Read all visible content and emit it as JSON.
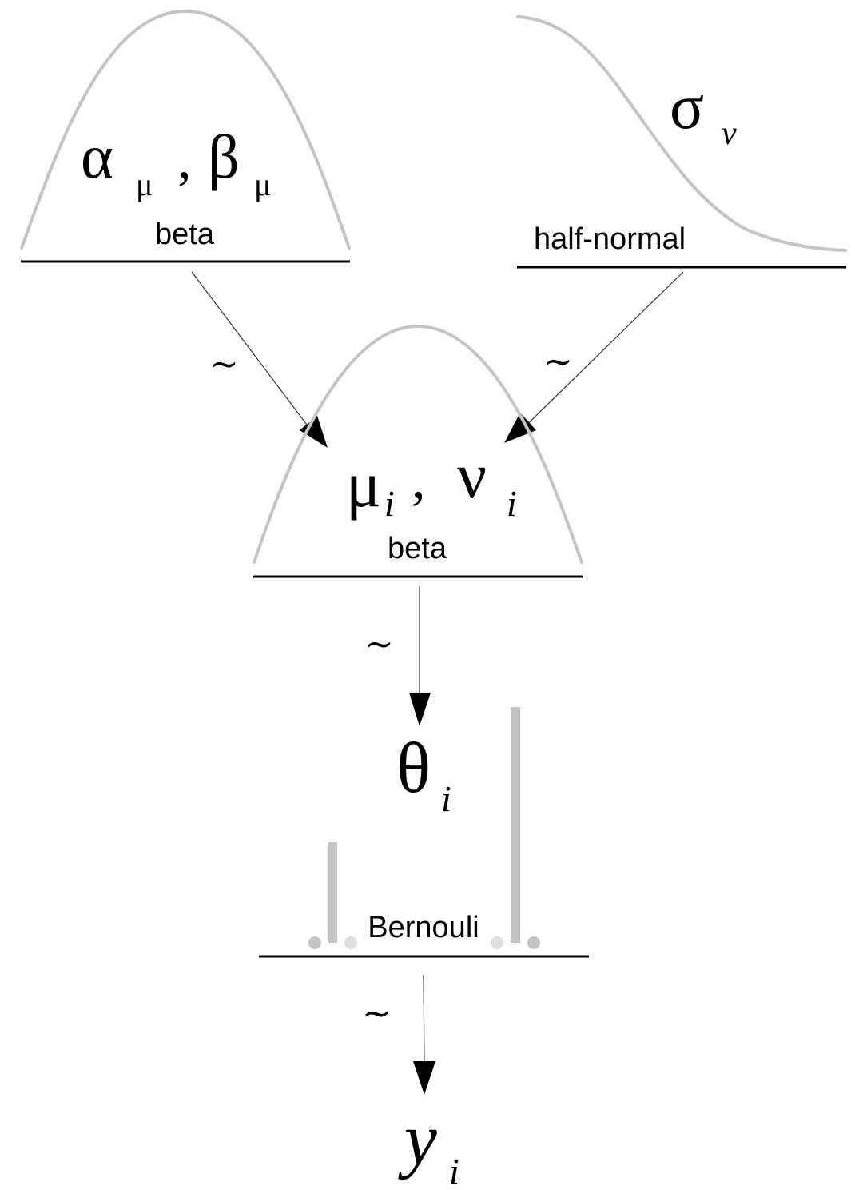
{
  "diagram": {
    "type": "hierarchical-bayesian-model",
    "colors": {
      "curve": "#c4c4c4",
      "line": "#000000",
      "arrow": "#000000",
      "dot_dark": "#c4c4c4",
      "dot_light": "#dedede",
      "background": "#ffffff"
    },
    "nodes": {
      "top_left": {
        "symbol_1": "α",
        "sub_1": "μ",
        "separator": ",",
        "symbol_2": "β",
        "sub_2": "μ",
        "distribution": "beta",
        "shape": "beta-curve"
      },
      "top_right": {
        "symbol": "σ",
        "sub": "ν",
        "distribution": "half-normal",
        "shape": "half-normal-curve"
      },
      "middle": {
        "symbol_1": "μ",
        "sub_1": "i",
        "separator": ",",
        "symbol_2": "ν",
        "sub_2": "i",
        "distribution": "beta",
        "shape": "beta-curve"
      },
      "theta": {
        "symbol": "θ",
        "sub": "i"
      },
      "bernoulli": {
        "distribution": "Bernouli",
        "shape": "bernoulli-bars"
      },
      "observed": {
        "symbol": "y",
        "sub": "i"
      }
    },
    "edges": [
      {
        "from": "top_left",
        "to": "middle",
        "label": "~"
      },
      {
        "from": "top_right",
        "to": "middle",
        "label": "~"
      },
      {
        "from": "middle",
        "to": "theta",
        "label": "~"
      },
      {
        "from": "bernoulli",
        "to": "observed",
        "label": "~"
      }
    ]
  }
}
